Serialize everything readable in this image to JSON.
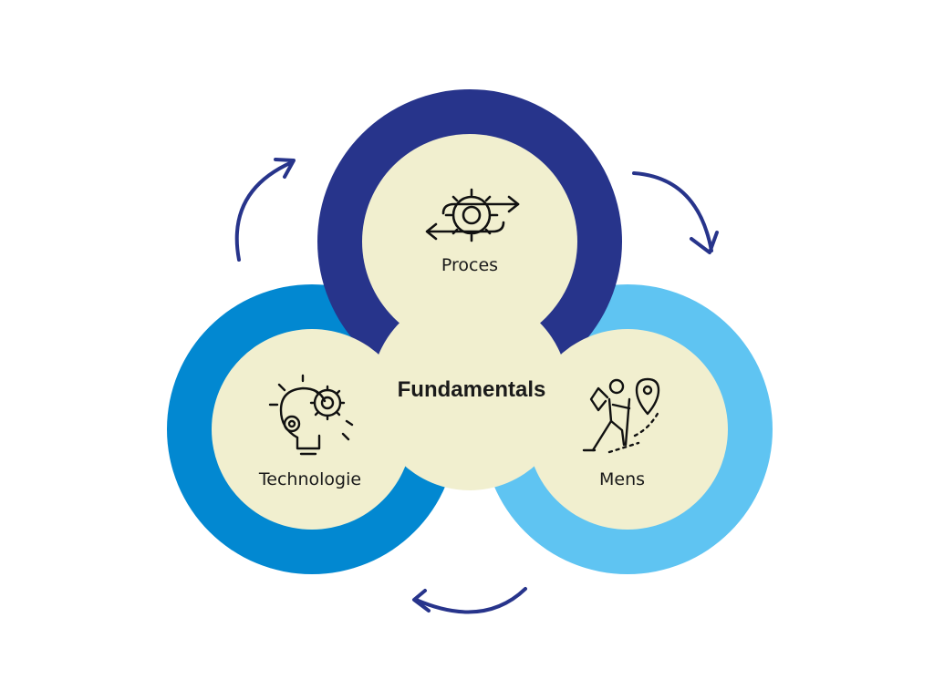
{
  "diagram": {
    "center_label": "Fundamentals",
    "nodes": [
      {
        "id": "proces",
        "label": "Proces",
        "ring_color": "#27348b",
        "icon": "process-arrows-gear-icon"
      },
      {
        "id": "technologie",
        "label": "Technologie",
        "ring_color": "#0288d1",
        "icon": "lightbulb-gears-icon"
      },
      {
        "id": "mens",
        "label": "Mens",
        "ring_color": "#5fc4f2",
        "icon": "hiker-location-pin-icon"
      }
    ],
    "fill_color": "#f1efcf",
    "arrow_color": "#27348b",
    "cycle_direction": "clockwise"
  }
}
